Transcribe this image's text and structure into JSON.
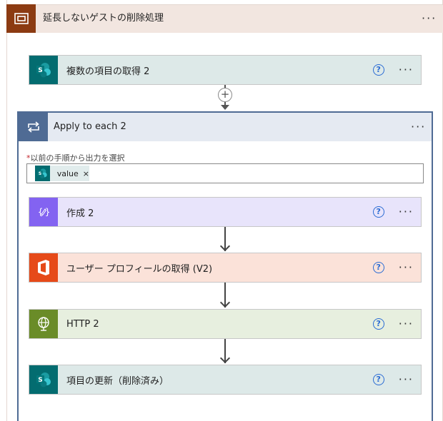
{
  "scope": {
    "title": "延長しないゲストの削除処理",
    "color": "#8c3b12"
  },
  "actions": {
    "get_items": {
      "title": "複数の項目の取得 2",
      "icon": "sharepoint-icon"
    },
    "apply": {
      "title": "Apply to each 2",
      "field_label": "以前の手順から出力を選択",
      "required_mark": "*",
      "token_label": "value",
      "token_remove": "×"
    },
    "compose": {
      "title": "作成 2",
      "icon": "compose-icon"
    },
    "user_profile": {
      "title": "ユーザー プロフィールの取得 (V2)",
      "icon": "office-icon"
    },
    "http": {
      "title": "HTTP 2",
      "icon": "globe-icon"
    },
    "update_item": {
      "title": "項目の更新（削除済み）",
      "icon": "sharepoint-icon"
    }
  },
  "common": {
    "more": "···",
    "help": "?",
    "add": "+"
  }
}
